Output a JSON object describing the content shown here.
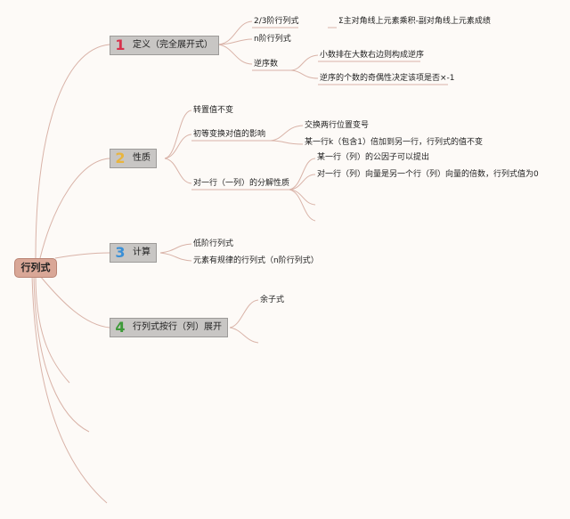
{
  "root": {
    "label": "行列式"
  },
  "branches": [
    {
      "number": "1",
      "label": "定义（完全展开式）"
    },
    {
      "number": "2",
      "label": "性质"
    },
    {
      "number": "3",
      "label": "计算"
    },
    {
      "number": "4",
      "label": "行列式按行（列）展开"
    }
  ],
  "leaves": {
    "b1_1": "2/3阶行列式",
    "b1_1_1": "Σ主对角线上元素乘积-副对角线上元素成绩",
    "b1_2": "n阶行列式",
    "b1_3": "逆序数",
    "b1_3_1": "小数排在大数右边则构成逆序",
    "b1_3_2": "逆序的个数的奇偶性决定该项是否×-1",
    "b2_1": "转置值不变",
    "b2_2": "初等变换对值的影响",
    "b2_2_1": "交换两行位置变号",
    "b2_2_2": "某一行k（包含1）倍加到另一行，行列式的值不变",
    "b2_3": "对一行（一列）的分解性质",
    "b2_3_1": "某一行（列）的公因子可以提出",
    "b2_3_2": "对一行（列）向量是另一个行（列）向量的倍数，行列式值为0",
    "b3_1": "低阶行列式",
    "b3_2": "元素有规律的行列式（n阶行列式）",
    "b4_1": "余子式"
  },
  "colors": {
    "connector": "#d9b3a8",
    "root_fill": "#d9a797",
    "branch_fill": "#c8c6c4"
  }
}
